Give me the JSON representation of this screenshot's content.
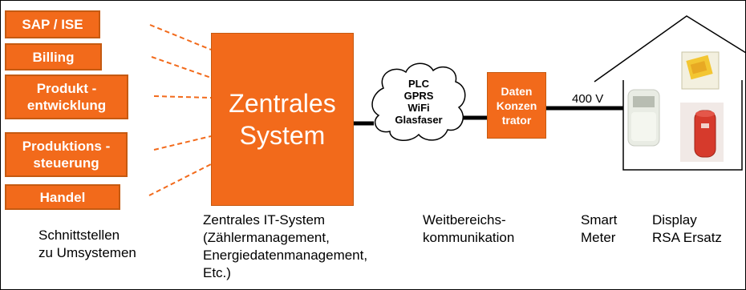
{
  "services": [
    {
      "label": "SAP / ISE"
    },
    {
      "label": "Billing"
    },
    {
      "label": "Produkt -\nentwicklung"
    },
    {
      "label": "Produktions -\nsteuerung"
    },
    {
      "label": "Handel"
    }
  ],
  "central": {
    "label": "Zentrales\nSystem"
  },
  "cloud": {
    "label": "PLC\nGPRS\nWiFi\nGlasfaser"
  },
  "concentrator": {
    "label": "Daten\nKonzen\ntrator"
  },
  "voltage": {
    "label": "400 V"
  },
  "captions": {
    "interfaces": "Schnittstellen\nzu Umsystemen",
    "central_system": "Zentrales IT-System\n(Zählermanagement,\nEnergiedatenmanagement,\nEtc.)",
    "wan": "Weitbereichs-\nkommunikation",
    "meter": "Smart\nMeter",
    "display": "Display\nRSA Ersatz"
  },
  "colors": {
    "accent": "#f26a1b",
    "border": "#c55a11"
  }
}
